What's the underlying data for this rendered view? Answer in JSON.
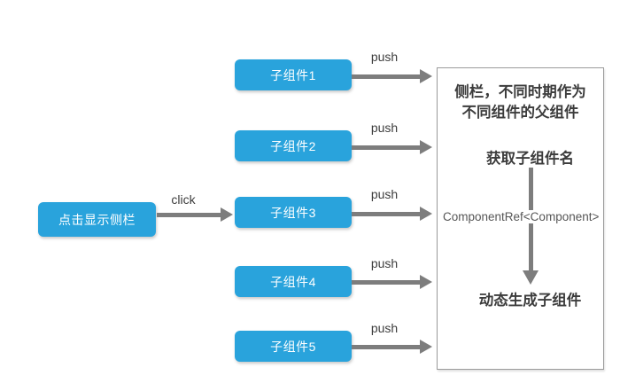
{
  "diagram": {
    "trigger_button": {
      "label": "点击显示侧栏"
    },
    "click_arrow_label": "click",
    "push_arrow_label": "push",
    "child_components": [
      {
        "label": "子组件1"
      },
      {
        "label": "子组件2"
      },
      {
        "label": "子组件3"
      },
      {
        "label": "子组件4"
      },
      {
        "label": "子组件5"
      }
    ],
    "sidebar_panel": {
      "title_line1": "侧栏，不同时期作为",
      "title_line2": "不同组件的父组件",
      "step_get_name": "获取子组件名",
      "component_ref": "ComponentRef<Component>",
      "step_generate": "动态生成子组件"
    },
    "colors": {
      "node_blue": "#29a3dc",
      "arrow_gray": "#7d7d7d",
      "panel_border": "#9b9b9b",
      "text_dark": "#3c3c3c"
    }
  }
}
